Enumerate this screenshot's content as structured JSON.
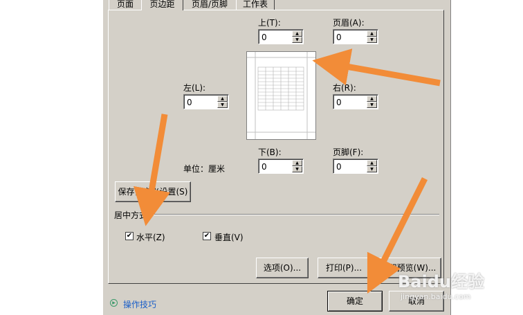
{
  "tabs": [
    {
      "label": "页面",
      "active": false
    },
    {
      "label": "页边距",
      "active": true
    },
    {
      "label": "页眉/页脚",
      "active": false
    },
    {
      "label": "工作表",
      "active": false
    }
  ],
  "margins": {
    "top": {
      "label": "上(T):",
      "value": "0"
    },
    "header": {
      "label": "页眉(A):",
      "value": "0"
    },
    "left": {
      "label": "左(L):",
      "value": "0"
    },
    "right": {
      "label": "右(R):",
      "value": "0"
    },
    "bottom": {
      "label": "下(B):",
      "value": "0"
    },
    "footer": {
      "label": "页脚(F):",
      "value": "0"
    }
  },
  "unit_label": "单位：厘米",
  "save_custom_label": "保存自定义设置(S)",
  "center_section": {
    "title": "居中方式",
    "horizontal": {
      "label": "水平(Z)",
      "checked": true
    },
    "vertical": {
      "label": "垂直(V)",
      "checked": true
    }
  },
  "actions": {
    "options": "选项(O)...",
    "print": "打印(P)...",
    "print_preview": "打印预览(W)..."
  },
  "footer": {
    "tips": "操作技巧",
    "ok": "确定",
    "cancel": "取消"
  },
  "watermark": {
    "brand": "Baidu经验",
    "url": "jingyan.baidu.com"
  },
  "colors": {
    "dialog_bg": "#d4d0c8",
    "arrow": "#f28c38"
  }
}
